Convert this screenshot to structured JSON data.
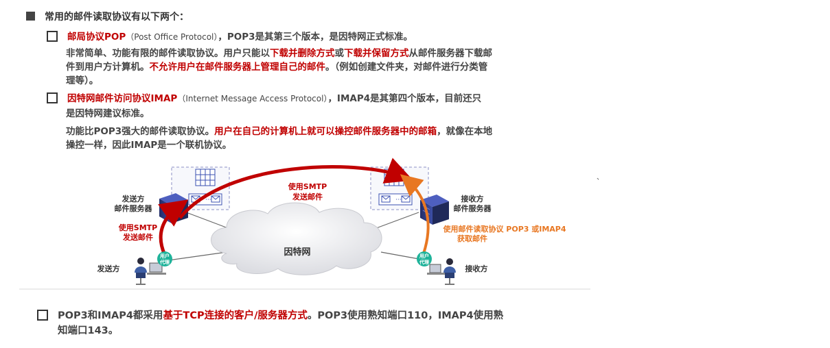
{
  "heading": "常用的邮件读取协议有以下两个：",
  "pop": {
    "title": "邮局协议POP",
    "full_name": "（Post Office Protocol）",
    "version_note": "，POP3是其第三个版本，是因特网正式标准。",
    "line1_a": "非常简单、功能有限的邮件读取协议。用户只能以",
    "line1_b": "下载并删除方式",
    "line1_c": "或",
    "line1_d": "下载并保留方式",
    "line1_e": "从邮件服务器下载邮",
    "line2_a": "件到用户方计算机。",
    "line2_b": "不允许用户在邮件服务器上管理自己的邮件",
    "line2_c": "。（例如创建文件夹，对邮件进行分类管",
    "line3": "理等）。"
  },
  "imap": {
    "title": "因特网邮件访问协议IMAP",
    "full_name": "（Internet Message Access Protocol）",
    "version_note": "，IMAP4是其第四个版本，目前还只",
    "version_note2": "是因特网建议标准。",
    "line1_a": "功能比POP3强大的邮件读取协议。",
    "line1_b": "用户在自己的计算机上就可以操控邮件服务器中的邮箱",
    "line1_c": "，就像在本地",
    "line2": "操控一样，因此IMAP是一个联机协议。"
  },
  "diagram": {
    "sender_server": [
      "发送方",
      "邮件服务器"
    ],
    "receiver_server": [
      "接收方",
      "邮件服务器"
    ],
    "smtp_top": [
      "使用SMTP",
      "发送邮件"
    ],
    "smtp_left": [
      "使用SMTP",
      "发送邮件"
    ],
    "read_proto": [
      "使用邮件读取协议 POP3 或IMAP4",
      "获取邮件"
    ],
    "internet": "因特网",
    "sender": "发送方",
    "receiver": "接收方",
    "user_agent": [
      "用户",
      "代理"
    ],
    "colors": {
      "red": "#c00000",
      "orange": "#e87722",
      "teal": "#1fb39a",
      "server": "#2f3e8f"
    }
  },
  "bottom": {
    "a": "POP3和IMAP4都采用",
    "b": "基于TCP连接的客户/服务器方式",
    "c": "。POP3使用熟知端口110，IMAP4使用熟",
    "d": "知端口143。"
  },
  "stray_mark": "、"
}
